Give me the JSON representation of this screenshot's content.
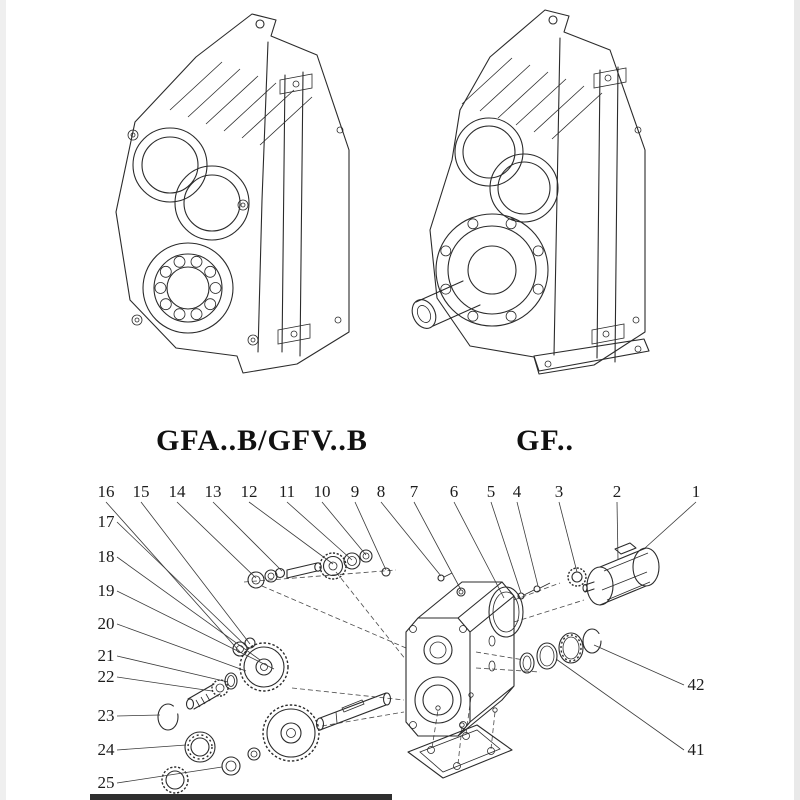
{
  "page": {
    "background": "#ffffff"
  },
  "figure": {
    "left_model_label": "GFA..B/GFV..B",
    "right_model_label": "GF.."
  },
  "callouts": {
    "top_row": [
      "16",
      "15",
      "14",
      "13",
      "12",
      "11",
      "10",
      "9",
      "8",
      "7",
      "6",
      "5",
      "4",
      "3",
      "2",
      "1"
    ],
    "left_column": [
      "17",
      "18",
      "19",
      "20",
      "21",
      "22",
      "23",
      "24",
      "25"
    ],
    "right_column": [
      "42",
      "41"
    ]
  }
}
